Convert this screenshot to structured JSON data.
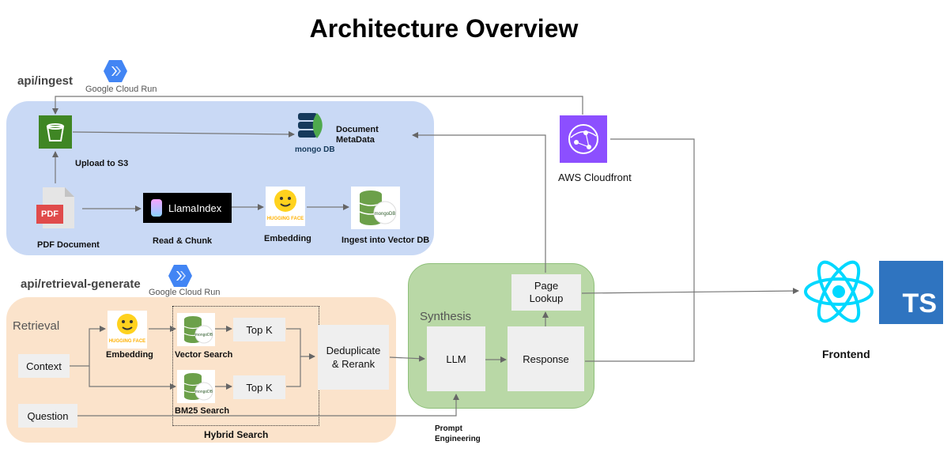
{
  "title": "Architecture Overview",
  "ingest": {
    "api_label": "api/ingest",
    "cloud_run": "Google Cloud Run",
    "upload_s3": "Upload to S3",
    "mongo_logo_text": "mongo DB",
    "doc_metadata": "Document MetaData",
    "pdf_badge": "PDF",
    "pdf_document": "PDF Document",
    "llamaindex": "LlamaIndex",
    "read_chunk": "Read & Chunk",
    "hf_logo_text": "HUGGING FACE",
    "embedding": "Embedding",
    "ingest_vector": "Ingest into Vector DB"
  },
  "cloudfront": {
    "label": "AWS Cloudfront"
  },
  "retrieval": {
    "api_label": "api/retrieval-generate",
    "cloud_run": "Google Cloud Run",
    "panel_title": "Retrieval",
    "context": "Context",
    "question": "Question",
    "embedding": "Embedding",
    "vector_search": "Vector Search",
    "bm25_search": "BM25 Search",
    "top_k_1": "Top K",
    "top_k_2": "Top K",
    "dedup": "Deduplicate & Rerank",
    "hybrid_search": "Hybrid Search",
    "prompt_engineering": "Prompt Engineering"
  },
  "synthesis": {
    "panel_title": "Synthesis",
    "llm": "LLM",
    "response": "Response",
    "page_lookup": "Page Lookup"
  },
  "frontend": {
    "label": "Frontend",
    "ts_badge": "TS"
  },
  "colors": {
    "ingest_panel": "#c9d9f5",
    "retrieval_panel": "#fbe3cb",
    "synthesis_panel": "#b9d8a6",
    "react_blue": "#00d8ff",
    "ts_blue": "#2f74c0",
    "cloudfront_purple": "#8c4fff",
    "s3_green": "#3f8624",
    "mongo_green": "#4fa94d"
  }
}
